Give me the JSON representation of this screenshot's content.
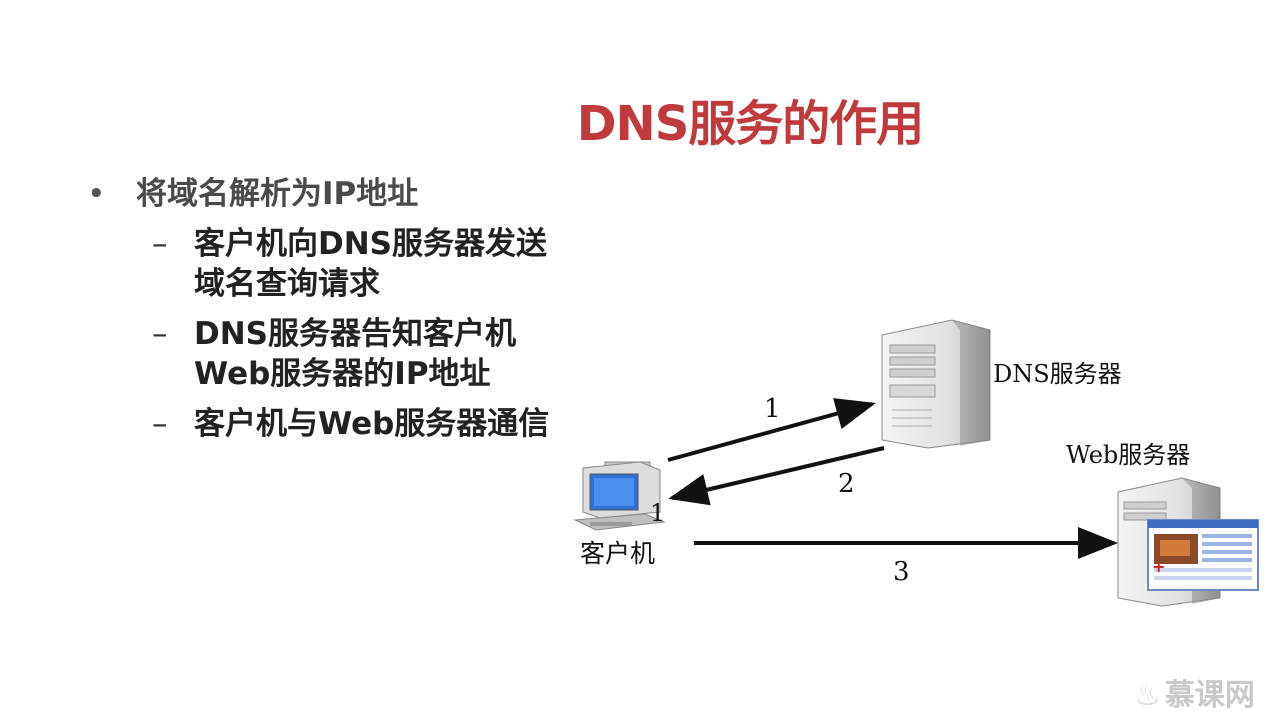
{
  "title": "DNS服务的作用",
  "bullets": {
    "main": "将域名解析为IP地址",
    "subs": [
      "客户机向DNS服务器发送域名查询请求",
      "DNS服务器告知客户机Web服务器的IP地址",
      "客户机与Web服务器通信"
    ]
  },
  "diagram": {
    "dns_server_label": "DNS服务器",
    "web_server_label": "Web服务器",
    "client_label": "客户机",
    "arrow_labels": [
      "1",
      "2",
      "3"
    ],
    "stray_label": "1"
  },
  "logo": {
    "text": "慕课网"
  }
}
